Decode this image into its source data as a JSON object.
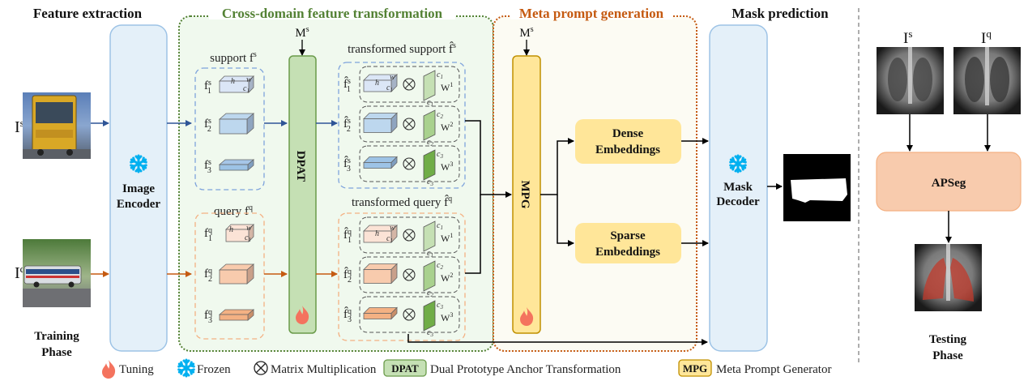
{
  "sections": {
    "feature_extraction": "Feature extraction",
    "cross_domain": "Cross-domain feature transformation",
    "meta_prompt": "Meta prompt generation",
    "mask_prediction": "Mask prediction"
  },
  "colors": {
    "support_arrow": "#2f5597",
    "query_arrow": "#c55a11",
    "cross_domain_border": "#548235",
    "cross_domain_bg": "#f0f9ee",
    "meta_prompt_border": "#c55a11",
    "meta_prompt_bg": "#fcfbf3",
    "encoder_bg": "#e4f0f9",
    "encoder_border": "#9dc3e6",
    "dpat_bg": "#c5e0b4",
    "dpat_border": "#6a9b4a",
    "mpg_bg": "#ffe699",
    "mpg_border": "#c09000",
    "embed_bg": "#ffe699",
    "apseg_bg": "#f8cbad",
    "apseg_border": "#f4b183",
    "frozen": "#00b0f0",
    "tuning": "#f4735e"
  },
  "training": {
    "input_support_label": "I",
    "input_support_sup": "s",
    "input_query_label": "I",
    "input_query_sup": "q",
    "phase_line1": "Training",
    "phase_line2": "Phase"
  },
  "encoder": {
    "line1": "Image",
    "line2": "Encoder"
  },
  "support": {
    "title": "support f",
    "title_sup": "s",
    "features": [
      {
        "base": "f",
        "sup": "s",
        "sub": "1"
      },
      {
        "base": "f",
        "sup": "s",
        "sub": "2"
      },
      {
        "base": "f",
        "sup": "s",
        "sub": "3"
      }
    ],
    "dims": {
      "h": "h",
      "w": "w",
      "c": "c",
      "c_sub": "1"
    }
  },
  "query": {
    "title": "query f",
    "title_sup": "q",
    "features": [
      {
        "base": "f",
        "sup": "q",
        "sub": "1"
      },
      {
        "base": "f",
        "sup": "q",
        "sub": "2"
      },
      {
        "base": "f",
        "sup": "q",
        "sub": "3"
      }
    ]
  },
  "mask_input": {
    "base": "M",
    "sup": "s"
  },
  "dpat": {
    "label": "DPAT"
  },
  "transformed_support": {
    "title": "transformed support f̂",
    "title_sup": "s",
    "rows": [
      {
        "base": "f̂",
        "sup": "s",
        "sub": "1",
        "c": "c",
        "c_sub": "1",
        "w": "W",
        "w_sup": "1"
      },
      {
        "base": "f̂",
        "sup": "s",
        "sub": "2",
        "c": "c",
        "c_sub": "2",
        "w": "W",
        "w_sup": "2"
      },
      {
        "base": "f̂",
        "sup": "s",
        "sub": "3",
        "c": "c",
        "c_sub": "3",
        "w": "W",
        "w_sup": "3"
      }
    ]
  },
  "transformed_query": {
    "title": "transformed query f̂",
    "title_sup": "q",
    "rows": [
      {
        "base": "f̂",
        "sup": "q",
        "sub": "1",
        "c": "c",
        "c_sub": "1",
        "w": "W",
        "w_sup": "1"
      },
      {
        "base": "f̂",
        "sup": "q",
        "sub": "2",
        "c": "c",
        "c_sub": "2",
        "w": "W",
        "w_sup": "2"
      },
      {
        "base": "f̂",
        "sup": "q",
        "sub": "3",
        "c": "c",
        "c_sub": "3",
        "w": "W",
        "w_sup": "3"
      }
    ]
  },
  "mpg": {
    "label": "MPG"
  },
  "dense": {
    "line1": "Dense",
    "line2": "Embeddings"
  },
  "sparse": {
    "line1": "Sparse",
    "line2": "Embeddings"
  },
  "decoder": {
    "line1": "Mask",
    "line2": "Decoder"
  },
  "testing": {
    "input_support_label": "I",
    "input_support_sup": "s",
    "input_query_label": "I",
    "input_query_sup": "q",
    "model": "APSeg",
    "phase_line1": "Testing",
    "phase_line2": "Phase"
  },
  "legend": {
    "tuning": "Tuning",
    "frozen": "Frozen",
    "matmul": "Matrix Multiplication",
    "dpat_tag": "DPAT",
    "dpat_desc": "Dual Prototype Anchor Transformation",
    "mpg_tag": "MPG",
    "mpg_desc": "Meta Prompt Generator"
  }
}
